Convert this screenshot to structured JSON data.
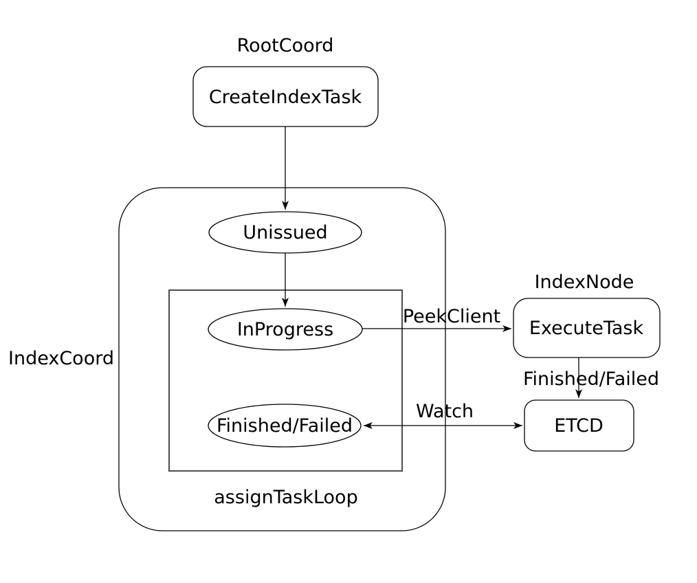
{
  "diagram": {
    "colors": {
      "background": "#ffffff",
      "stroke": "#000000",
      "inner_box_stroke": "#4d4d4d",
      "text": "#000000"
    },
    "labels": {
      "root_coord": "RootCoord",
      "index_coord": "IndexCoord",
      "index_node": "IndexNode",
      "assign_task_loop": "assignTaskLoop"
    },
    "nodes": {
      "create_index_task": "CreateIndexTask",
      "unissued": "Unissued",
      "in_progress": "InProgress",
      "finished_failed": "Finished/Failed",
      "execute_task": "ExecuteTask",
      "etcd": "ETCD"
    },
    "edge_labels": {
      "peek_client": "PeekClient",
      "finished_failed": "Finished/Failed",
      "watch": "Watch"
    }
  }
}
